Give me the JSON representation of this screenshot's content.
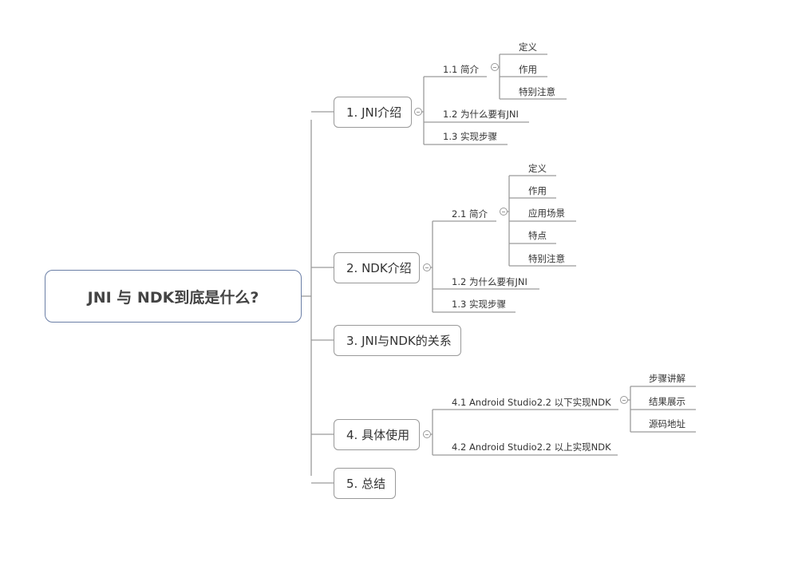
{
  "root": {
    "label": "JNI 与 NDK到底是什么?"
  },
  "branches": [
    {
      "label": "1. JNI介绍",
      "children": [
        {
          "label": "1.1 简介",
          "children": [
            "定义",
            "作用",
            "特别注意"
          ]
        },
        {
          "label": "1.2 为什么要有JNI"
        },
        {
          "label": "1.3 实现步骤"
        }
      ]
    },
    {
      "label": "2. NDK介绍",
      "children": [
        {
          "label": "2.1 简介",
          "children": [
            "定义",
            "作用",
            "应用场景",
            "特点",
            "特别注意"
          ]
        },
        {
          "label": "1.2 为什么要有JNI"
        },
        {
          "label": "1.3 实现步骤"
        }
      ]
    },
    {
      "label": "3. JNI与NDK的关系"
    },
    {
      "label": "4. 具体使用",
      "children": [
        {
          "label": "4.1 Android Studio2.2 以下实现NDK",
          "children": [
            "步骤讲解",
            "结果展示",
            "源码地址"
          ]
        },
        {
          "label": "4.2 Android Studio2.2 以上实现NDK"
        }
      ]
    },
    {
      "label": "5. 总结"
    }
  ],
  "colors": {
    "line": "#9a9a9a",
    "root_border": "#6b7fa6",
    "text": "#333333"
  }
}
